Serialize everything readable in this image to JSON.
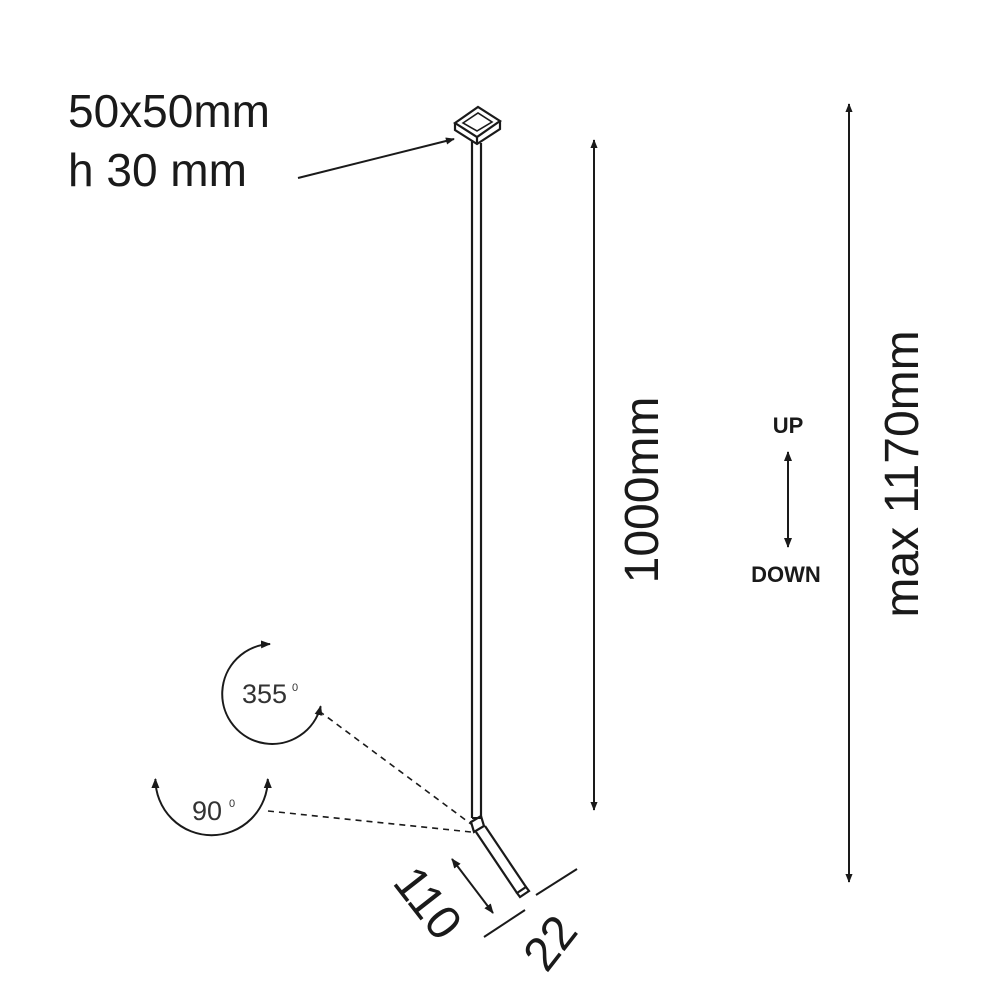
{
  "canopy": {
    "size_label": "50x50mm",
    "height_label": "h 30 mm"
  },
  "dimensions": {
    "rod_length": "1000mm",
    "max_length": "max 1170mm",
    "arm_length": "110",
    "arm_width": "22"
  },
  "adjustment": {
    "up_label": "UP",
    "down_label": "DOWN"
  },
  "rotation": {
    "horizontal_value": "355",
    "vertical_value": "90",
    "degree_mark": "0"
  },
  "colors": {
    "line": "#1a1a1a",
    "text": "#1a1a1a",
    "angle_text": "#333333",
    "background": "#ffffff"
  }
}
